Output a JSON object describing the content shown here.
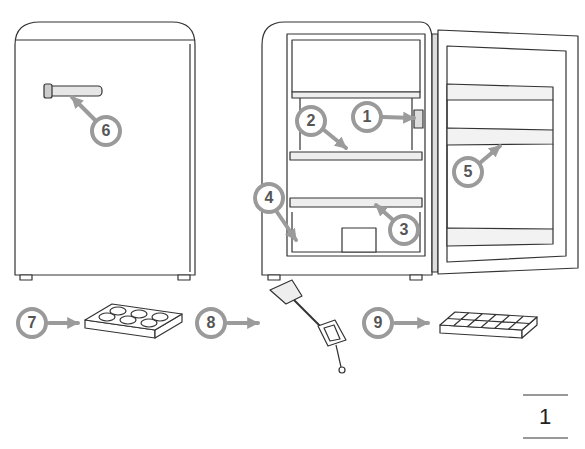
{
  "diagram": {
    "nodes": [
      {
        "text": [
          "1"
        ]
      },
      {
        "text": [
          "2"
        ]
      },
      {
        "text": [
          "3"
        ]
      },
      {
        "text": [
          "4"
        ]
      },
      {
        "text": [
          "5"
        ]
      },
      {
        "text": [
          "6"
        ]
      },
      {
        "text": [
          "7"
        ]
      },
      {
        "text": [
          "8"
        ]
      },
      {
        "text": [
          "9"
        ]
      }
    ],
    "labels": [
      "1"
    ]
  }
}
